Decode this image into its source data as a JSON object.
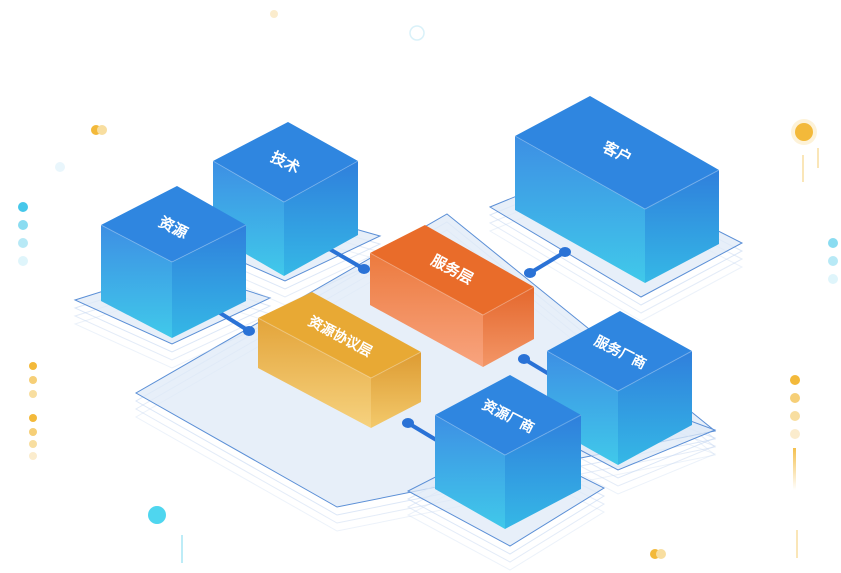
{
  "diagram": {
    "blocks": [
      {
        "id": "resource",
        "label": "资源",
        "color": "#2f86e0"
      },
      {
        "id": "tech",
        "label": "技术",
        "color": "#2f86e0"
      },
      {
        "id": "customer",
        "label": "客户",
        "color": "#2f86e0"
      },
      {
        "id": "service-layer",
        "label": "服务层",
        "color": "#e96c2a"
      },
      {
        "id": "resource-protocol-layer",
        "label": "资源协议层",
        "color": "#e8a934"
      },
      {
        "id": "service-vendor",
        "label": "服务厂商",
        "color": "#2f86e0"
      },
      {
        "id": "resource-vendor",
        "label": "资源厂商",
        "color": "#2f86e0"
      }
    ],
    "connectors": [
      {
        "from": "tech",
        "to": "service-layer"
      },
      {
        "from": "resource",
        "to": "resource-protocol-layer"
      },
      {
        "from": "customer",
        "to": "service-layer"
      },
      {
        "from": "service-vendor",
        "to": "service-layer"
      },
      {
        "from": "resource-vendor",
        "to": "resource-protocol-layer"
      }
    ],
    "colors": {
      "blue_top": "#2f86e0",
      "blue_side_top": "#3a93e6",
      "blue_side_bottom": "#3ec6ea",
      "orange_top": "#e96c2a",
      "orange_side_bottom": "#f9a27d",
      "gold_top": "#e8a934",
      "gold_side_bottom": "#f7d58a",
      "platform": "#dfe9f7",
      "platform_edge": "#5b8fd6",
      "connector": "#2a72d6"
    }
  }
}
